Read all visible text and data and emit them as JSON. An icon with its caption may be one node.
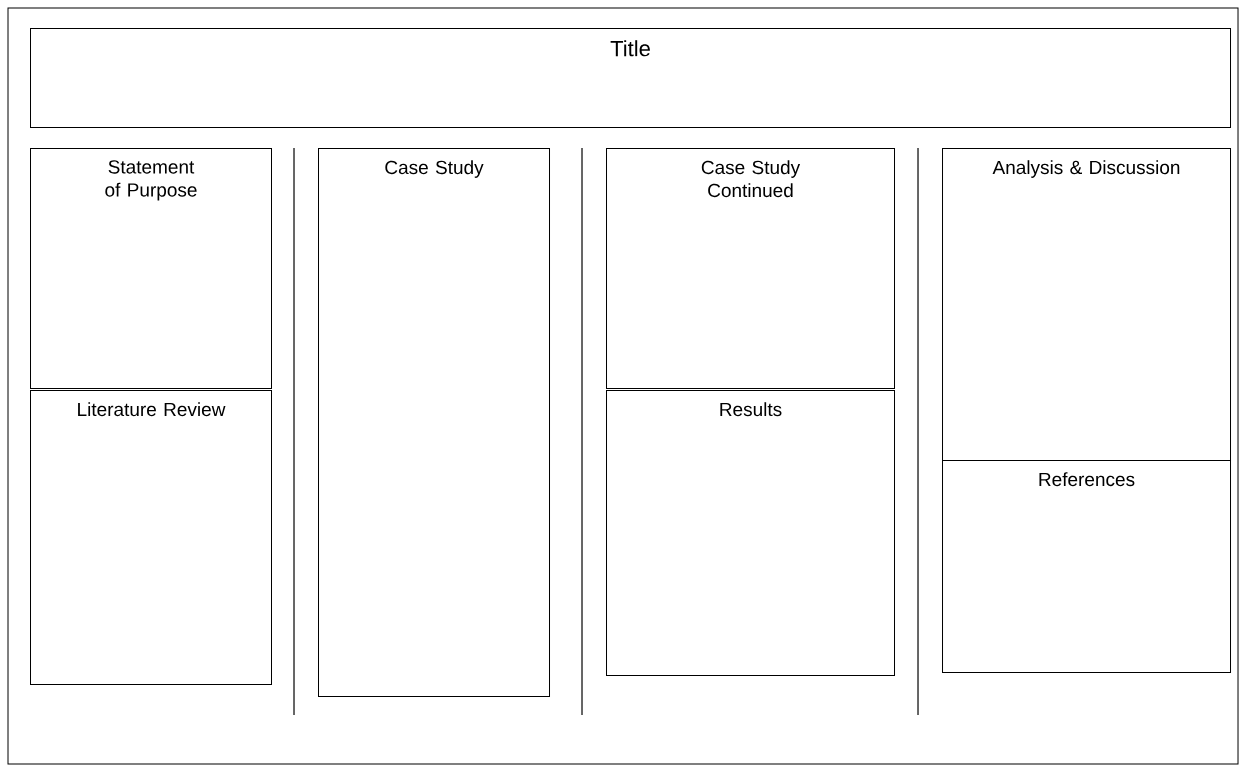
{
  "diagram": {
    "nodes": [
      {
        "text": [
          "Title"
        ]
      },
      {
        "text": [
          "Statement of Purpose"
        ]
      },
      {
        "text": [
          "Literature Review"
        ]
      },
      {
        "text": [
          "Case Study"
        ]
      },
      {
        "text": [
          "Case Study Continued"
        ]
      },
      {
        "text": [
          "Results"
        ]
      },
      {
        "text": [
          "Analysis & Discussion"
        ]
      },
      {
        "text": [
          "References"
        ]
      }
    ]
  }
}
